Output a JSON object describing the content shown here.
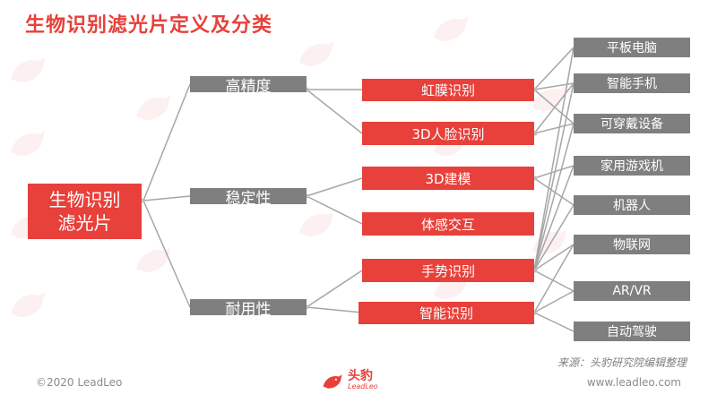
{
  "title": "生物识别滤光片定义及分类",
  "diagram": {
    "root": {
      "line1": "生物识别",
      "line2": "滤光片"
    },
    "categories": [
      {
        "label": "高精度"
      },
      {
        "label": "稳定性"
      },
      {
        "label": "耐用性"
      }
    ],
    "technologies": [
      {
        "label": "虹膜识别"
      },
      {
        "label": "3D人脸识别"
      },
      {
        "label": "3D建模"
      },
      {
        "label": "体感交互"
      },
      {
        "label": "手势识别"
      },
      {
        "label": "智能识别"
      }
    ],
    "applications": [
      {
        "label": "平板电脑"
      },
      {
        "label": "智能手机"
      },
      {
        "label": "可穿戴设备"
      },
      {
        "label": "家用游戏机"
      },
      {
        "label": "机器人"
      },
      {
        "label": "物联网"
      },
      {
        "label": "AR/VR"
      },
      {
        "label": "自动驾驶"
      }
    ]
  },
  "source": "来源：头豹研究院编辑整理",
  "footer": {
    "copyright": "©2020 LeadLeo",
    "website": "www.leadleo.com",
    "logo_cn": "头豹",
    "logo_en": "LeadLeo"
  },
  "colors": {
    "accent": "#e8403a",
    "box_grey": "#7f7f7f",
    "connector": "#a6a6a6"
  }
}
